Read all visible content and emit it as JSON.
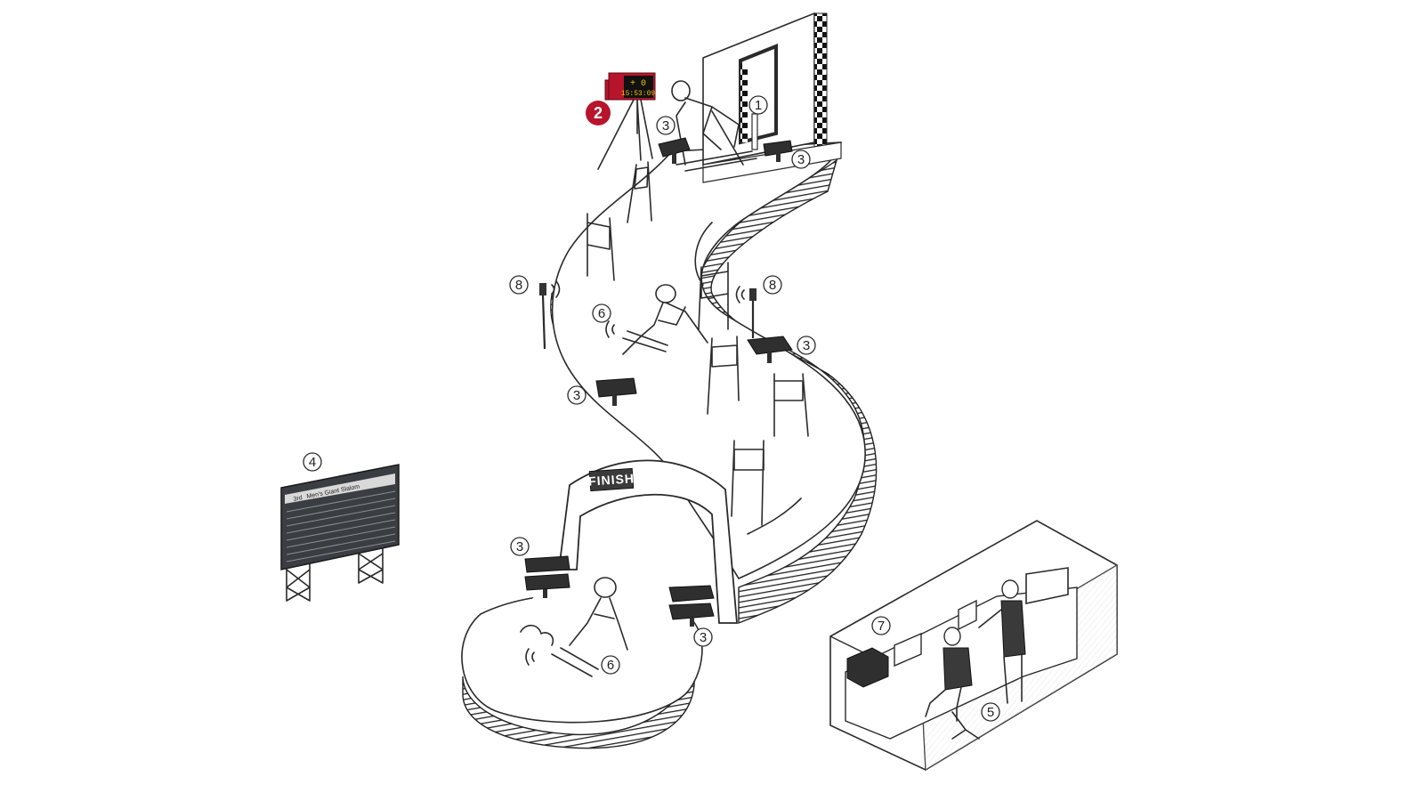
{
  "colors": {
    "accent_red": "#b8142c",
    "ink": "#2a2a2a",
    "display_bg": "#111111",
    "display_digits": "#f2c200",
    "scoreboard_bg": "#3a3d42"
  },
  "start_display": {
    "top": "+ 0",
    "bottom": "15:53:09"
  },
  "finish_banner": "FINISH",
  "scoreboard": {
    "rank_label": "3rd",
    "title": "Men's Giant Slalom"
  },
  "callouts": {
    "start_gate": "1",
    "timer_display": "2",
    "photocell": "3",
    "scoreboard": "4",
    "timing_room": "5",
    "transponder": "6",
    "timing_equipment": "7",
    "antenna": "8"
  },
  "icons": [
    "transponder-signal-icon",
    "antenna-signal-icon"
  ]
}
